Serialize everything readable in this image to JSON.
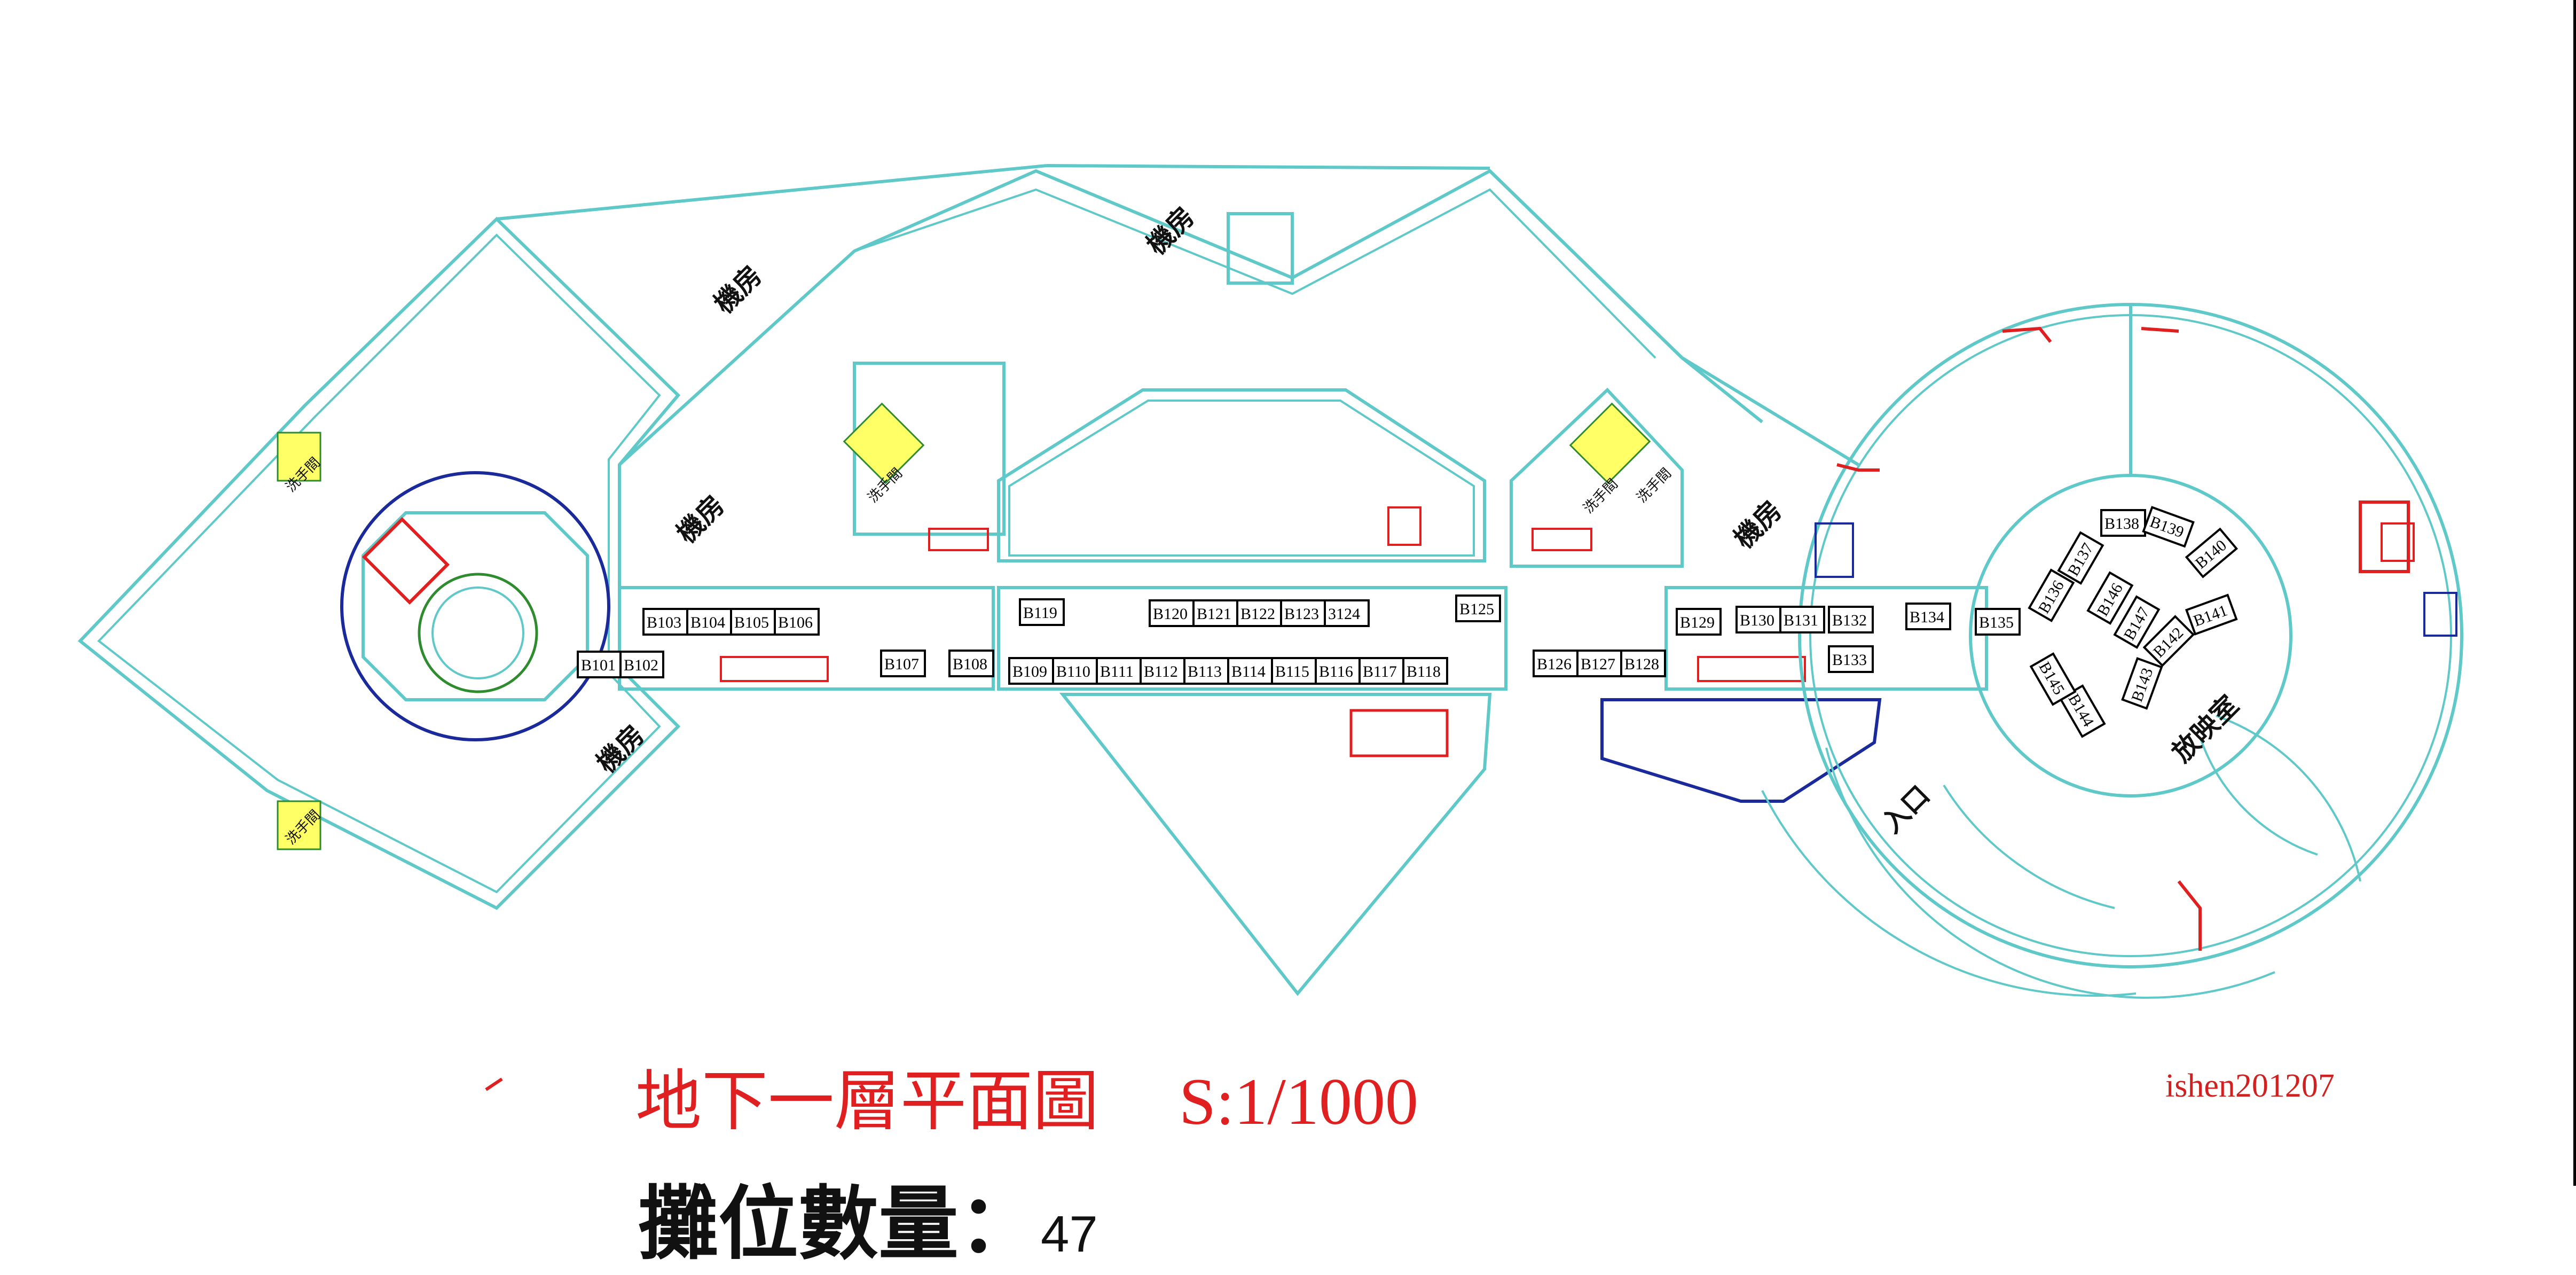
{
  "plan": {
    "title": "地下一層平面圖",
    "scale": "S:1/1000",
    "credit": "ishen201207",
    "booth_count_label": "攤位數量",
    "booth_count_sep": "：",
    "booth_count_value": "47",
    "rooms": {
      "machine_room_1": "機房",
      "machine_room_2": "機房",
      "machine_room_3": "機房",
      "machine_room_4": "機房",
      "machine_room_5": "機房",
      "restroom_1": "洗手間",
      "restroom_2": "洗手間",
      "restroom_3": "洗手間",
      "restroom_4": "洗手間",
      "restroom_5": "洗手間",
      "screening_room": "放映室",
      "entrance": "入口"
    },
    "booths": [
      "B101",
      "B102",
      "B103",
      "B104",
      "B105",
      "B106",
      "B107",
      "B108",
      "B109",
      "B110",
      "B111",
      "B112",
      "B113",
      "B114",
      "B115",
      "B116",
      "B117",
      "B118",
      "B119",
      "B120",
      "B121",
      "B122",
      "B123",
      "3124",
      "B125",
      "B126",
      "B127",
      "B128",
      "B129",
      "B130",
      "B131",
      "B132",
      "B133",
      "B134",
      "B135",
      "B136",
      "B137",
      "B138",
      "B139",
      "B140",
      "B141",
      "B142",
      "B143",
      "B144",
      "B145",
      "B146",
      "B147"
    ],
    "colors": {
      "wall": "#5fc8c8",
      "title": "#e02020",
      "stairs": "#e02020",
      "structure": "#1a2a9a",
      "accent": "#2e8b2e"
    }
  }
}
